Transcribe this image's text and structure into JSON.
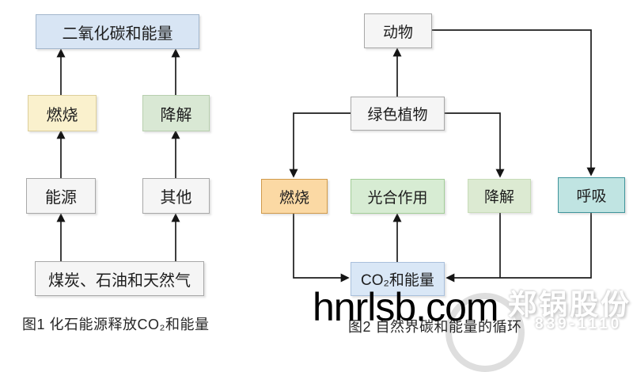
{
  "figure1": {
    "caption": "图1 化石能源释放CO₂和能量",
    "nodes": {
      "co2_energy": {
        "label": "二氧化碳和能量",
        "fill": "#d8e5f4",
        "border": "#a2b6cc"
      },
      "combustion": {
        "label": "燃烧",
        "fill": "#faf1cd",
        "border": "#ddcf9a"
      },
      "degradation": {
        "label": "降解",
        "fill": "#d9e8d4",
        "border": "#b8cfae"
      },
      "energy_source": {
        "label": "能源",
        "fill": "#f5f5f5",
        "border": "#a8a8a8"
      },
      "other": {
        "label": "其他",
        "fill": "#f5f5f5",
        "border": "#a8a8a8"
      },
      "fossil_fuels": {
        "label": "煤炭、石油和天然气",
        "fill": "#f5f5f5",
        "border": "#a8a8a8"
      }
    },
    "edges": [
      {
        "from": "fossil_fuels",
        "to": "energy_source"
      },
      {
        "from": "fossil_fuels",
        "to": "other"
      },
      {
        "from": "energy_source",
        "to": "combustion"
      },
      {
        "from": "other",
        "to": "degradation"
      },
      {
        "from": "combustion",
        "to": "co2_energy"
      },
      {
        "from": "degradation",
        "to": "co2_energy"
      }
    ]
  },
  "figure2": {
    "caption": "图2 自然界碳和能量的循环",
    "nodes": {
      "animal": {
        "label": "动物",
        "fill": "#f5f5f5",
        "border": "#a8a8a8"
      },
      "green_plants": {
        "label": "绿色植物",
        "fill": "#f5f5f5",
        "border": "#a8a8a8"
      },
      "combustion": {
        "label": "燃烧",
        "fill": "#fbd9a4",
        "border": "#d09a4b"
      },
      "photosynthesis": {
        "label": "光合作用",
        "fill": "#d7ecd3",
        "border": "#a3cd98"
      },
      "degradation": {
        "label": "降解",
        "fill": "#dcead2",
        "border": "#c7dcb8"
      },
      "respiration": {
        "label": "呼吸",
        "fill": "#c0e4e2",
        "border": "#3f949b"
      },
      "co2_energy": {
        "label": "CO₂和能量",
        "fill": "#d9e7f6",
        "border": "#a9c0dc"
      }
    },
    "edges": [
      {
        "from": "green_plants",
        "to": "animal"
      },
      {
        "from": "animal",
        "to": "respiration"
      },
      {
        "from": "green_plants",
        "to": "combustion"
      },
      {
        "from": "green_plants",
        "to": "degradation"
      },
      {
        "from": "co2_energy",
        "to": "photosynthesis"
      },
      {
        "from": "combustion",
        "to": "co2_energy"
      },
      {
        "from": "degradation",
        "to": "co2_energy"
      },
      {
        "from": "respiration",
        "to": "co2_energy"
      }
    ]
  },
  "watermark": {
    "site": "hnrlsb.com",
    "company": "郑锅股份",
    "phone": "839-1110"
  },
  "colors": {
    "line": "#1c1c1c",
    "background": "#ffffff"
  }
}
